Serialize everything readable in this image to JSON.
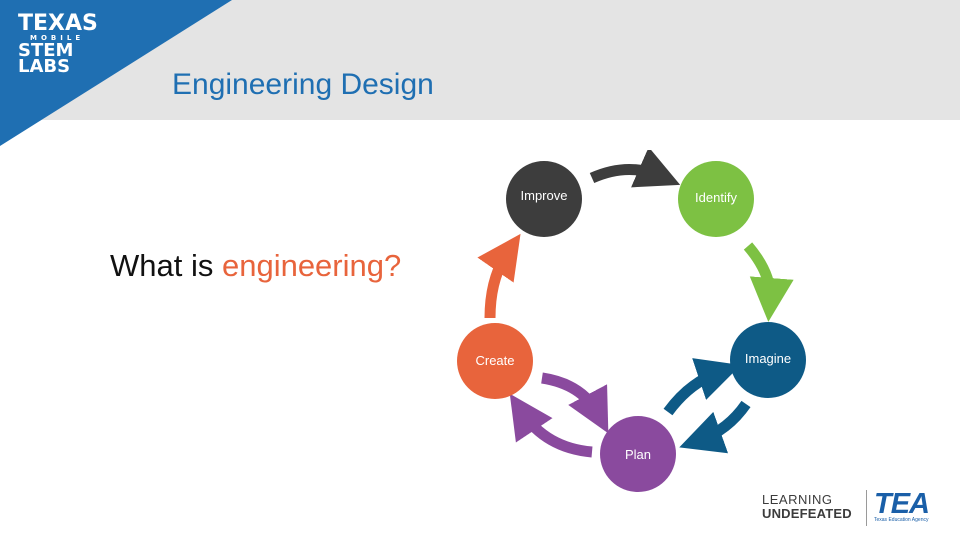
{
  "logo": {
    "line1": "TEXAS",
    "line2": "MOBILE",
    "line3": "STEM",
    "line4": "LABS"
  },
  "title": "Engineering Design",
  "question": {
    "prefix": "What is ",
    "highlight": "engineering?"
  },
  "cycle": {
    "nodes": [
      {
        "label": "Improve",
        "color": "#3d3d3d"
      },
      {
        "label": "Identify",
        "color": "#7dc143"
      },
      {
        "label": "Imagine",
        "color": "#0e5a86"
      },
      {
        "label": "Plan",
        "color": "#8a4a9e"
      },
      {
        "label": "Create",
        "color": "#e8643c"
      }
    ]
  },
  "footer": {
    "learning": "LEARNING",
    "undefeated": "UNDEFEATED",
    "tea": "TEA",
    "tea_sub": "Texas Education Agency"
  },
  "colors": {
    "brand_blue": "#1f6fb2",
    "header_gray": "#e4e4e4",
    "accent_orange": "#e8643c"
  }
}
